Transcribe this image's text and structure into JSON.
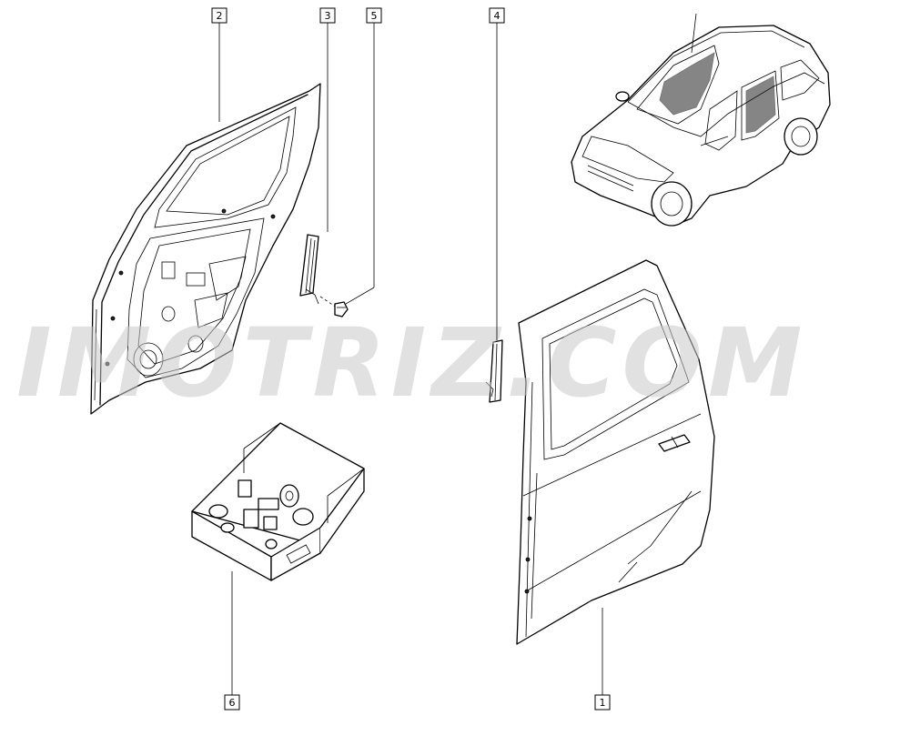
{
  "watermark": "IMOTRIZ.COM",
  "callouts": {
    "c1": "1",
    "c2": "2",
    "c3": "3",
    "c4": "4",
    "c5": "5",
    "c6": "6"
  },
  "colors": {
    "line": "#000000",
    "background": "#ffffff",
    "watermark": "#c9c9c9"
  }
}
